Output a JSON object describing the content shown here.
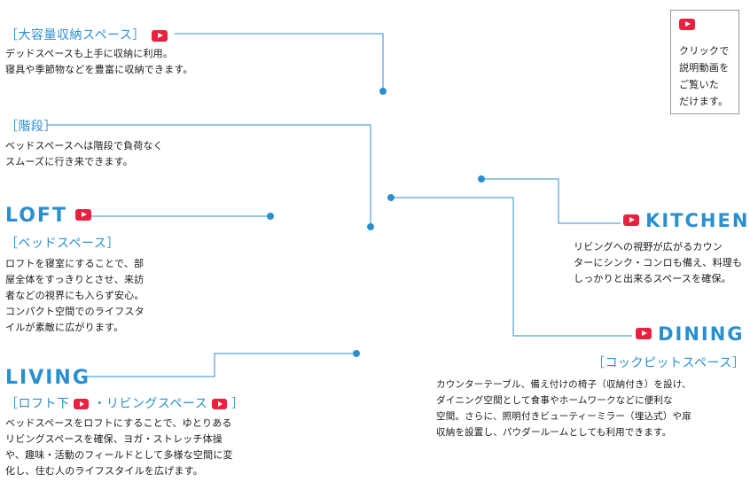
{
  "storage": {
    "heading": "［大容量収納スペース］",
    "body": "デッドスペースも上手に収納に利用。\n寝具や季節物などを豊富に収納できます。"
  },
  "stairs": {
    "heading": "［階段］",
    "body": "ベッドスペースへは階段で負荷なく\nスムーズに行き来できます。"
  },
  "loft": {
    "title": "LOFT",
    "subtitle": "［ベッドスペース］",
    "body": "ロフトを寝室にすることで、部\n屋全体をすっきりとさせ、来訪\n者などの視界にも入らず安心。\nコンパクト空間でのライフスタ\nイルが素敵に広がります。"
  },
  "living": {
    "title": "LIVING",
    "subtitle_open": "［ロフト下",
    "subtitle_mid": "・リビングスペース",
    "subtitle_close": "］",
    "body": "ベッドスペースをロフトにすることで、ゆとりある\nリビングスペースを確保、ヨガ・ストレッチ体操\nや、趣味・活動のフィールドとして多様な空間に変\n化し、住む人のライフスタイルを広げます。"
  },
  "kitchen": {
    "title": "KITCHEN",
    "body": "リビングへの視野が広がるカウン\nターにシンク・コンロも備え、料理も\nしっかりと出来るスペースを確保。"
  },
  "dining": {
    "title": "DINING",
    "subtitle": "［コックピットスペース］",
    "body": "カウンターテーブル、備え付けの椅子（収納付き）を設け、\nダイニング空間として食事やホームワークなどに便利な\n空間。さらに、照明付きビューティーミラー（埋込式）や扉\n収納を設置し、パウダールームとしても利用できます。"
  },
  "notice": {
    "text": "クリックで\n説明動画を\nご覧いた\nだけます。"
  },
  "icons": {
    "video": "play-video-icon"
  },
  "colors": {
    "accent": "#2a8fd1",
    "video_red": "#e8213f"
  }
}
